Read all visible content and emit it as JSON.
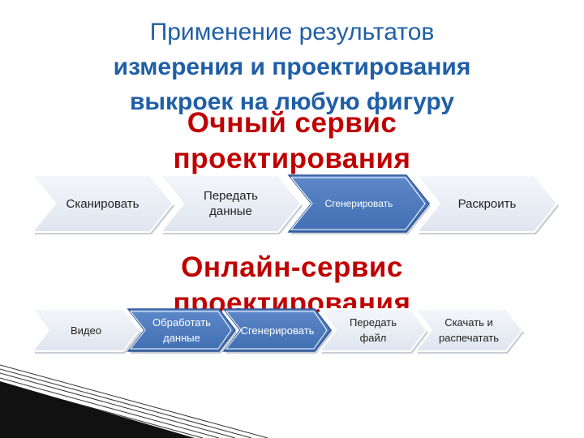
{
  "title": {
    "line1": "Применение результатов",
    "line2": "измерения и проектирования",
    "line3": "выкроек на любую фигуру"
  },
  "offline": {
    "heading_line1": "Очный сервис",
    "heading_line2": "проектирования",
    "steps": [
      {
        "label": "Сканировать",
        "selected": false
      },
      {
        "label": "Передать\nданные",
        "selected": false
      },
      {
        "label": "Сгенерировать",
        "selected": true
      },
      {
        "label": "Раскроить",
        "selected": false
      }
    ]
  },
  "online": {
    "heading_line1": "Онлайн-сервис",
    "heading_line2": "проектирования",
    "steps": [
      {
        "label": "Видео",
        "selected": false
      },
      {
        "label": "Обработать\nданные",
        "selected": true
      },
      {
        "label": "Сгенерировать",
        "selected": true
      },
      {
        "label": "Передать файл",
        "selected": false
      },
      {
        "label": "Скачать и\nраспечатать",
        "selected": false
      }
    ]
  },
  "colors": {
    "title": "#1f5fa6",
    "heading": "#c00000",
    "chevron_fill": "#e6ebf3",
    "chevron_selected": "#4f7bbf"
  }
}
